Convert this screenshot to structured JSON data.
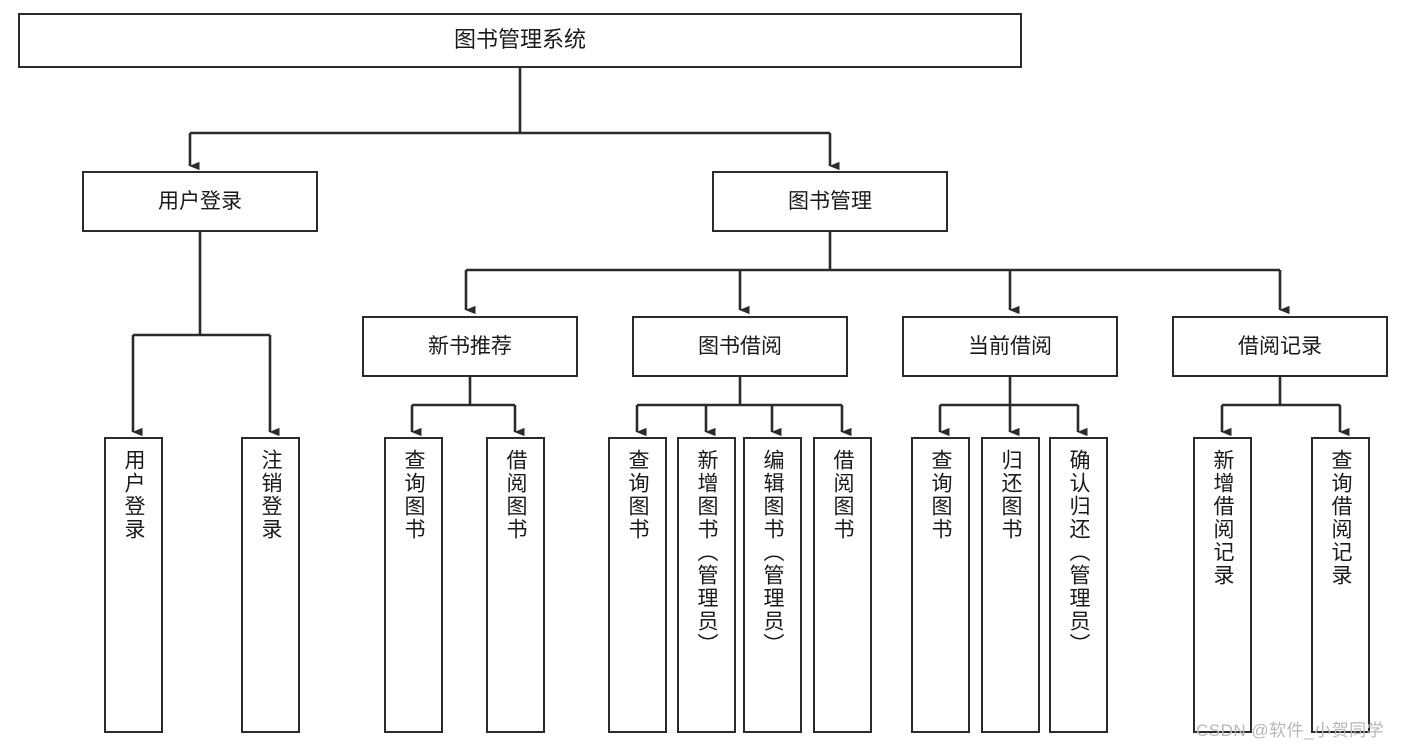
{
  "diagram": {
    "title": "图书管理系统",
    "type": "tree-hierarchy-diagram",
    "colors": {
      "box_border": "#2b2b2b",
      "box_fill": "#ffffff",
      "connector": "#2b2b2b",
      "background": "#ffffff",
      "watermark": "#b8b8b8"
    },
    "root": {
      "label": "图书管理系统"
    },
    "level1": [
      {
        "label": "用户登录"
      },
      {
        "label": "图书管理"
      }
    ],
    "level2": [
      {
        "label": "新书推荐"
      },
      {
        "label": "图书借阅"
      },
      {
        "label": "当前借阅"
      },
      {
        "label": "借阅记录"
      }
    ],
    "leaves": {
      "user_login": [
        {
          "label": "用户登录"
        },
        {
          "label": "注销登录"
        }
      ],
      "new_book_recommend": [
        {
          "label": "查询图书"
        },
        {
          "label": "借阅图书"
        }
      ],
      "book_borrow": [
        {
          "label": "查询图书"
        },
        {
          "label": "新增图书（管理员）"
        },
        {
          "label": "编辑图书（管理员）"
        },
        {
          "label": "借阅图书"
        }
      ],
      "current_borrow": [
        {
          "label": "查询图书"
        },
        {
          "label": "归还图书"
        },
        {
          "label": "确认归还（管理员）"
        }
      ],
      "borrow_record": [
        {
          "label": "新增借阅记录"
        },
        {
          "label": "查询借阅记录"
        }
      ]
    },
    "watermark": "CSDN @软件_小贺同学"
  }
}
